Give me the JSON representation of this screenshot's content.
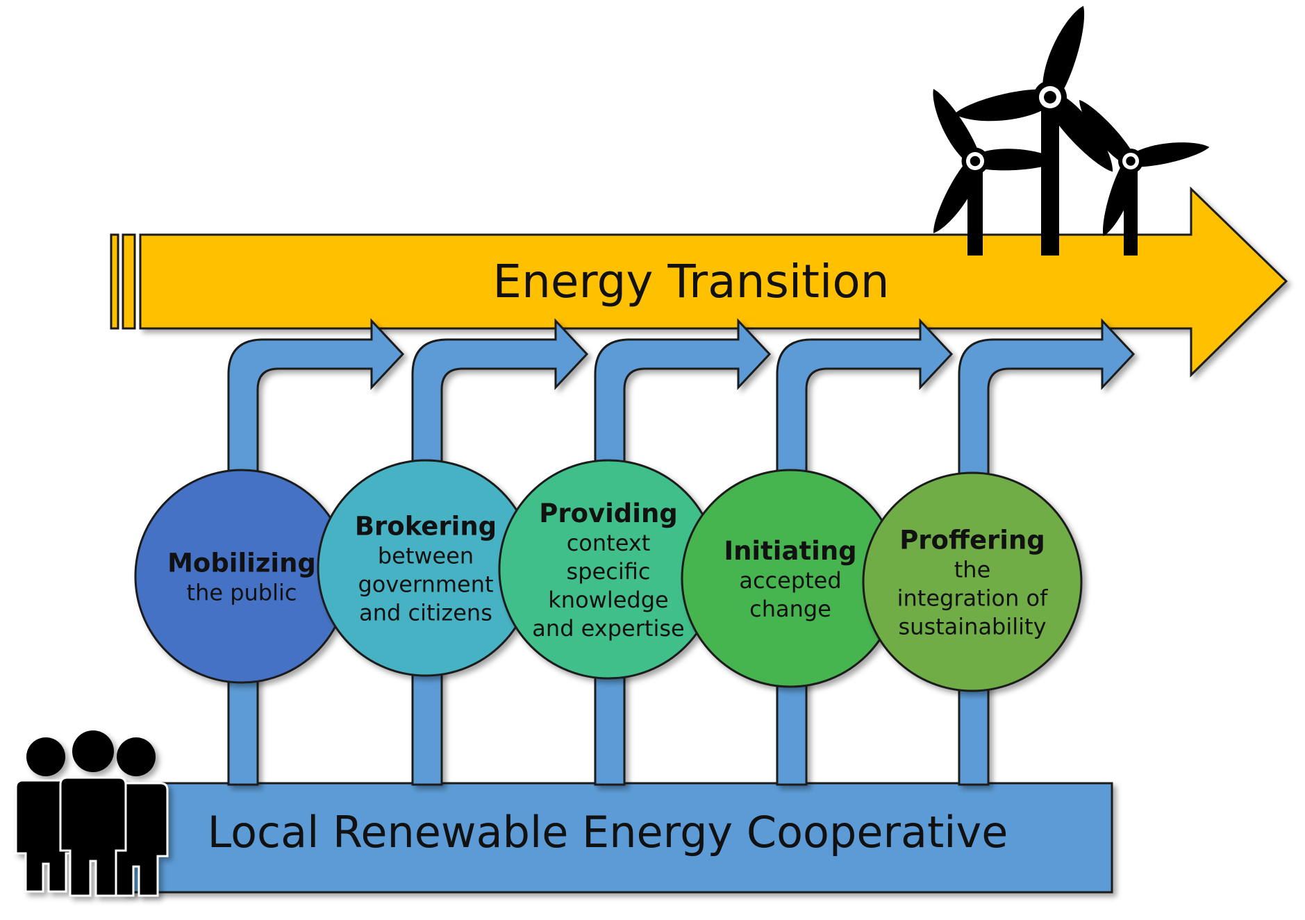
{
  "diagram": {
    "top_banner": "Energy Transition",
    "bottom_banner": "Local Renewable Energy Cooperative",
    "colors": {
      "banner_orange": "#FFC000",
      "banner_blue": "#5B9BD5",
      "connector_blue": "#5B9BD5",
      "outline": "#1a1a1a",
      "icon_black": "#000000"
    },
    "icons": [
      "wind-turbines-icon",
      "people-group-icon"
    ],
    "roles": [
      {
        "title": "Mobilizing",
        "lines": [
          "the public"
        ],
        "color": "#4472C4"
      },
      {
        "title": "Brokering",
        "lines": [
          "between",
          "government",
          "and citizens"
        ],
        "color": "#47B2C3"
      },
      {
        "title": "Providing",
        "lines": [
          "context",
          "specific",
          "knowledge",
          "and expertise"
        ],
        "color": "#3FBF8A"
      },
      {
        "title": "Initiating",
        "lines": [
          "accepted",
          "change"
        ],
        "color": "#47B550"
      },
      {
        "title": "Proffering",
        "lines": [
          "the",
          "integration of",
          "sustainability"
        ],
        "color": "#70AD47"
      }
    ]
  }
}
